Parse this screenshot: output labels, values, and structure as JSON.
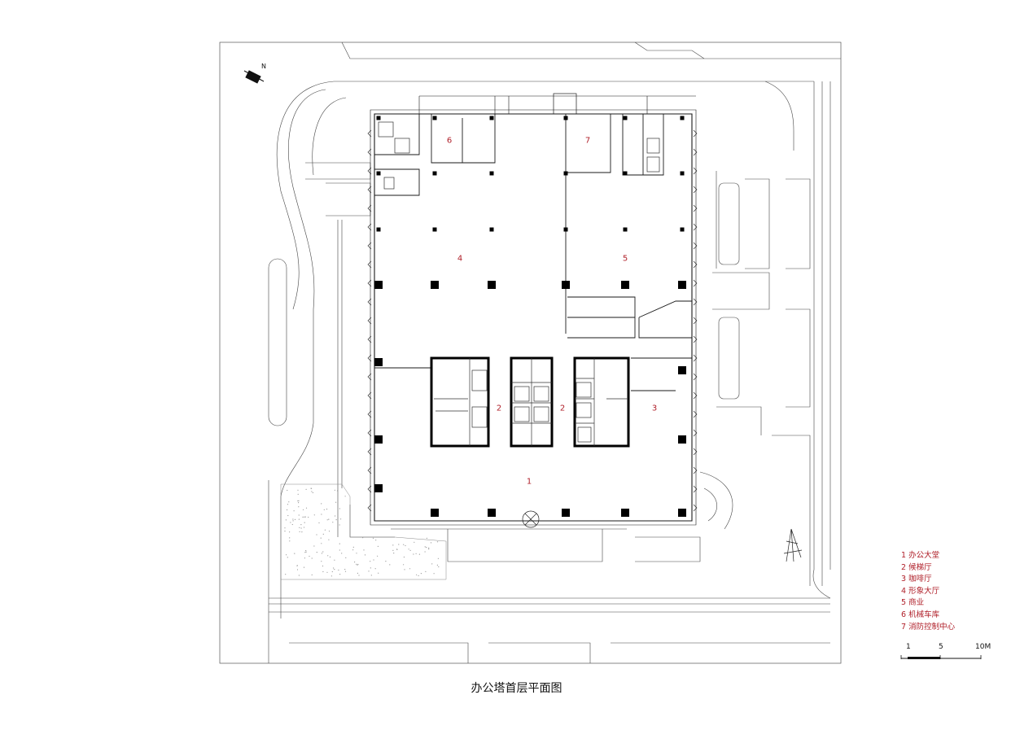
{
  "caption": "办公塔首层平面图",
  "north_label": "N",
  "room_numbers": [
    "1",
    "2",
    "2",
    "3",
    "4",
    "5",
    "6",
    "7"
  ],
  "legend": [
    "1 办公大堂",
    "2 候梯厅",
    "3 咖啡厅",
    "4 形象大厅",
    "5 商业",
    "6 机械车库",
    "7 消防控制中心"
  ],
  "scale": {
    "labels": [
      "1",
      "5",
      "10M"
    ]
  },
  "colors": {
    "line": "#1a1a1a",
    "accent": "#b0202a"
  }
}
